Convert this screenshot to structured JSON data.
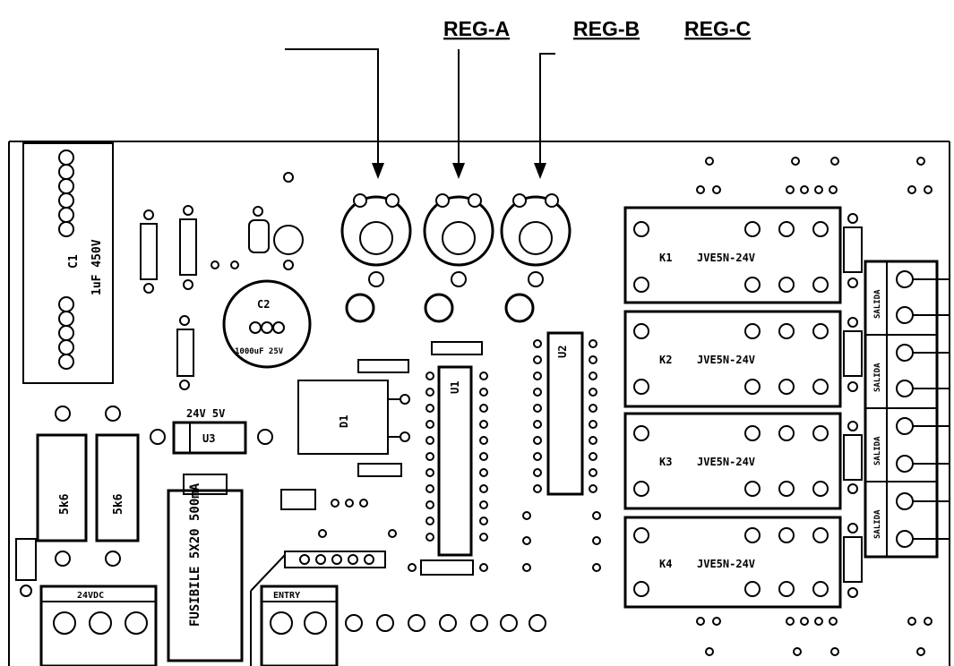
{
  "reg_labels": {
    "a": "REG-A",
    "b": "REG-B",
    "c": "REG-C"
  },
  "components": {
    "c1": "C1",
    "c1_value": "1uF 450V",
    "c2": "C2",
    "c2_value": "1000uF 25V",
    "d1": "D1",
    "d1_labels": "24V 5V",
    "u1": "U1",
    "u2": "U2",
    "u3": "U3",
    "r_vertical": "5k6",
    "fuse": "FUSIBILE 5X20 500mA",
    "relay_part": "JVE5N-24V",
    "relays": [
      "K1",
      "K2",
      "K3",
      "K4"
    ],
    "header_left": "24VDC",
    "header_right": "ENTRY",
    "terminal_tag": "SALIDA"
  },
  "colors": {
    "ink": "#000000",
    "paper": "#ffffff"
  }
}
